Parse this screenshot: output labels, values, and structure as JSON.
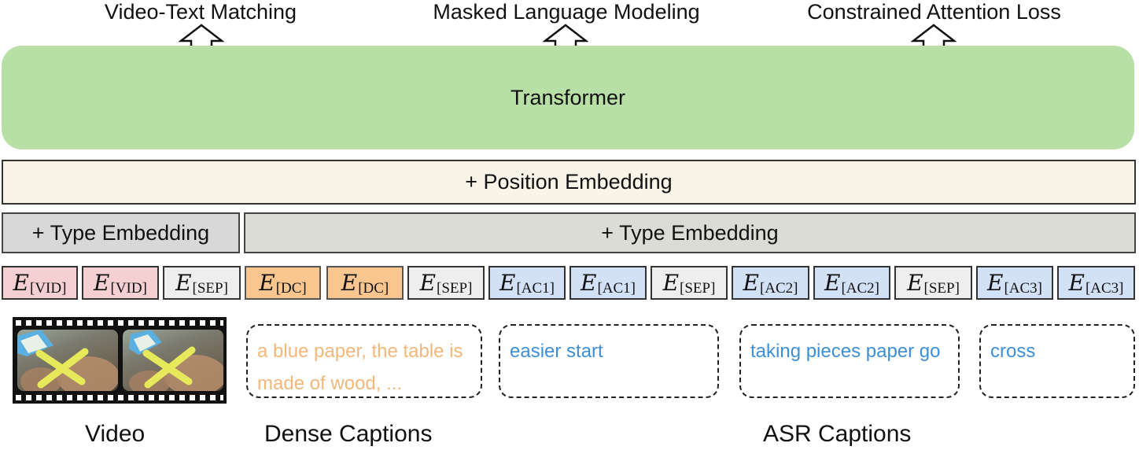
{
  "objectives": [
    {
      "label": "Video-Text Matching"
    },
    {
      "label": "Masked Language Modeling"
    },
    {
      "label": "Constrained Attention Loss"
    }
  ],
  "transformer": {
    "label": "Transformer"
  },
  "position_embedding": {
    "label": "+ Position Embedding"
  },
  "type_embedding": {
    "video_label": "+ Type Embedding",
    "text_label": "+ Type Embedding"
  },
  "tokens": [
    {
      "symbol": "E",
      "sub": "[VID]"
    },
    {
      "symbol": "E",
      "sub": "[VID]"
    },
    {
      "symbol": "E",
      "sub": "[SEP]"
    },
    {
      "symbol": "E",
      "sub": "[DC]"
    },
    {
      "symbol": "E",
      "sub": "[DC]"
    },
    {
      "symbol": "E",
      "sub": "[SEP]"
    },
    {
      "symbol": "E",
      "sub": "[AC1]"
    },
    {
      "symbol": "E",
      "sub": "[AC1]"
    },
    {
      "symbol": "E",
      "sub": "[SEP]"
    },
    {
      "symbol": "E",
      "sub": "[AC2]"
    },
    {
      "symbol": "E",
      "sub": "[AC2]"
    },
    {
      "symbol": "E",
      "sub": "[SEP]"
    },
    {
      "symbol": "E",
      "sub": "[AC3]"
    },
    {
      "symbol": "E",
      "sub": "[AC3]"
    }
  ],
  "captions": {
    "dense": "a blue paper, the table is made of wood, ...",
    "asr1": "easier start",
    "asr2": "taking pieces paper go",
    "asr3": "cross"
  },
  "labels": {
    "video": "Video",
    "dense": "Dense Captions",
    "asr": "ASR Captions"
  },
  "colors": {
    "transformer": "#b8e0a6",
    "position_embedding": "#f8f5e8",
    "type_embedding": "#dcdcd7",
    "video_token": "#f5d0d2",
    "sep_token": "#eeeeee",
    "dense_token": "#f9c68f",
    "asr_token": "#d3e1f6",
    "dense_text": "#f2b77a",
    "asr_text": "#3d8fd6"
  }
}
